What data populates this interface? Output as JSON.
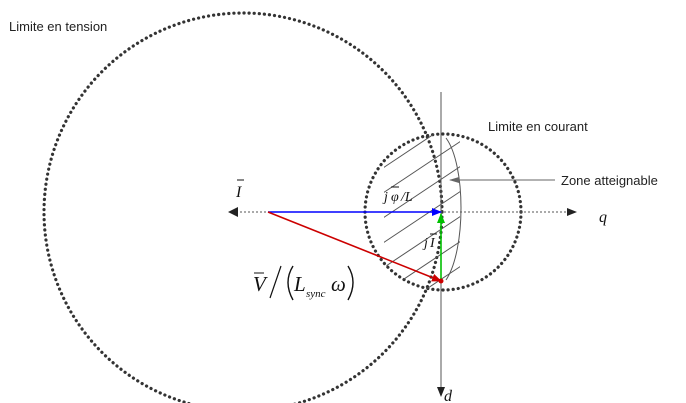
{
  "labels": {
    "voltage_limit": "Limite en tension",
    "current_limit": "Limite en courant",
    "reachable_zone": "Zone atteignable",
    "axis_q": "q",
    "axis_d": "d",
    "vec_I": "I",
    "vec_jphiL_j": "j",
    "vec_jphiL_phi": "φ",
    "vec_jphiL_rest": "/L",
    "vec_jI_j": "j",
    "vec_jI_I": "I",
    "vec_V_main": "V",
    "vec_V_L": "L",
    "vec_V_sub": "sync",
    "vec_V_omega": "ω"
  },
  "colors": {
    "current_vector": "#0000ff",
    "voltage_vector": "#cc0000",
    "jI_vector": "#00c000",
    "dotted_circles": "#333333",
    "hatch": "#555555",
    "axes": "#555555"
  }
}
